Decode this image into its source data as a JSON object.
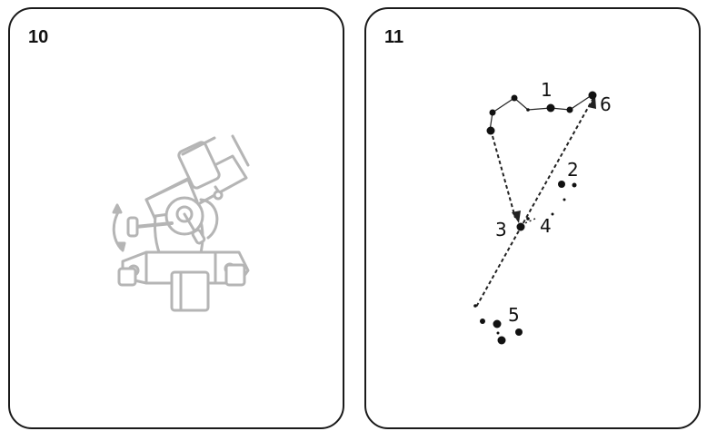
{
  "panels": [
    {
      "number": "10"
    },
    {
      "number": "11",
      "star_labels": [
        "1",
        "2",
        "3",
        "4",
        "5",
        "6"
      ]
    }
  ],
  "colors": {
    "border": "#1a1a1a",
    "illustration": "#b5b5b5",
    "ink": "#111111"
  }
}
